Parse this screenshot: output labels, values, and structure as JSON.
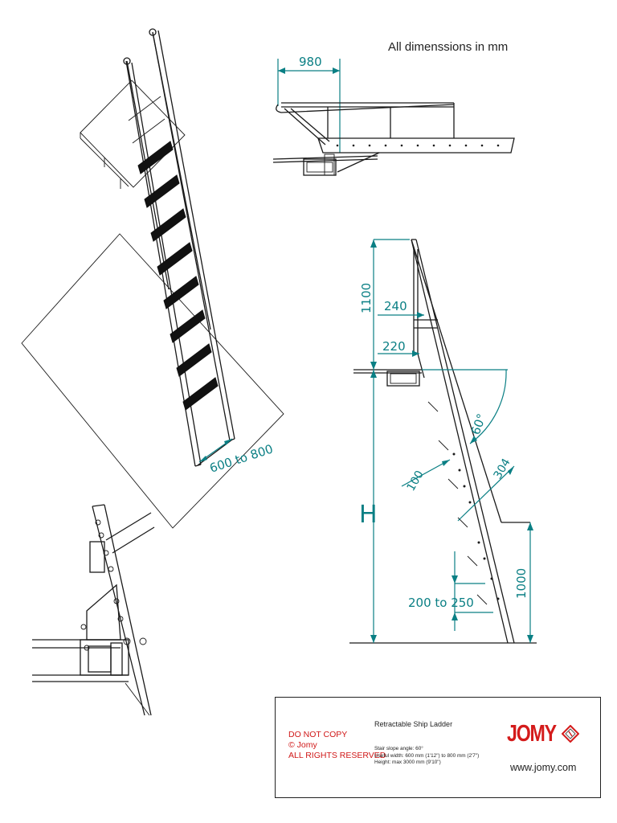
{
  "heading": "All dimenssions in mm",
  "dimensions": {
    "platform_depth": "980",
    "rail_height": "1100",
    "offset_top": "240",
    "offset_lower": "220",
    "stair_width": "600 to 800",
    "height": "H",
    "slope_angle": "60°",
    "tread_depth": "100",
    "tread_spacing": "304",
    "lower_rail": "1000",
    "step_rise": "200 to 250"
  },
  "title_block": {
    "copy_notice": [
      "DO NOT COPY",
      "© Jomy",
      "ALL RIGHTS RESERVED"
    ],
    "product_title": "Retractable Ship Ladder",
    "specs": [
      "Stair slope angle: 60°",
      "Useful width: 600 mm (1'12\") to 800 mm (2'7\")",
      "Height: max 3000 mm (9'10\")"
    ],
    "logo_text": "JOMY",
    "website": "www.jomy.com",
    "brand_color": "#d41b1b"
  },
  "colors": {
    "dimension": "#0a7f84",
    "line": "#1a1a1a"
  }
}
